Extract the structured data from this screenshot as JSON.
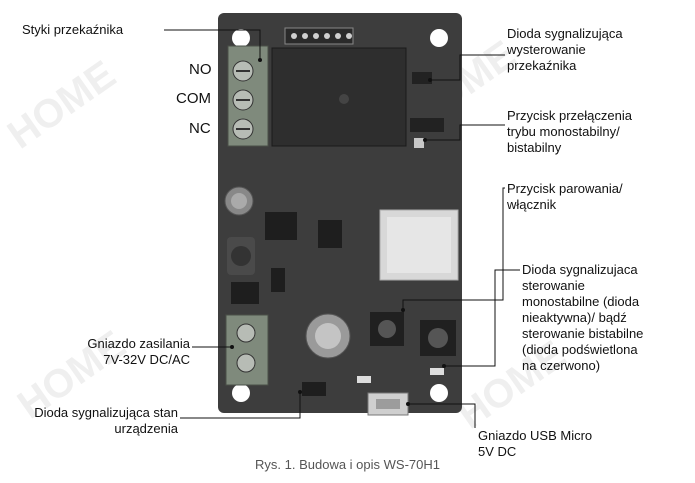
{
  "terminals": {
    "no": "NO",
    "com": "COM",
    "nc": "NC"
  },
  "labels": {
    "relay_contacts": "Styki przekaźnika",
    "relay_led": [
      "Dioda sygnalizująca",
      "wysterowanie",
      "przekaźnika"
    ],
    "mode_button": [
      "Przycisk przełączenia",
      "trybu monostabilny/",
      "bistabilny"
    ],
    "pair_button": [
      "Przycisk parowania/",
      "włącznik"
    ],
    "mode_led": [
      "Dioda sygnalizujaca",
      "sterowanie",
      "monostabilne (dioda",
      "nieaktywna)/ bądź",
      "sterowanie bistabilne",
      "(dioda podświetlona",
      "na czerwono)"
    ],
    "power_socket": [
      "Gniazdo zasilania",
      "7V-32V DC/AC"
    ],
    "status_led": [
      "Dioda sygnalizująca stan",
      "urządzenia"
    ],
    "usb_socket": [
      "Gniazdo USB Micro",
      "5V DC"
    ]
  },
  "caption": "Rys. 1. Budowa i opis WS-70H1",
  "colors": {
    "board": "#3d3d3d",
    "board_dark": "#2a2a2a",
    "terminal_green": "#7f8a7c",
    "relay": "#2e2e2e",
    "module": "#d8d8d8",
    "watermark": "#ececec"
  }
}
